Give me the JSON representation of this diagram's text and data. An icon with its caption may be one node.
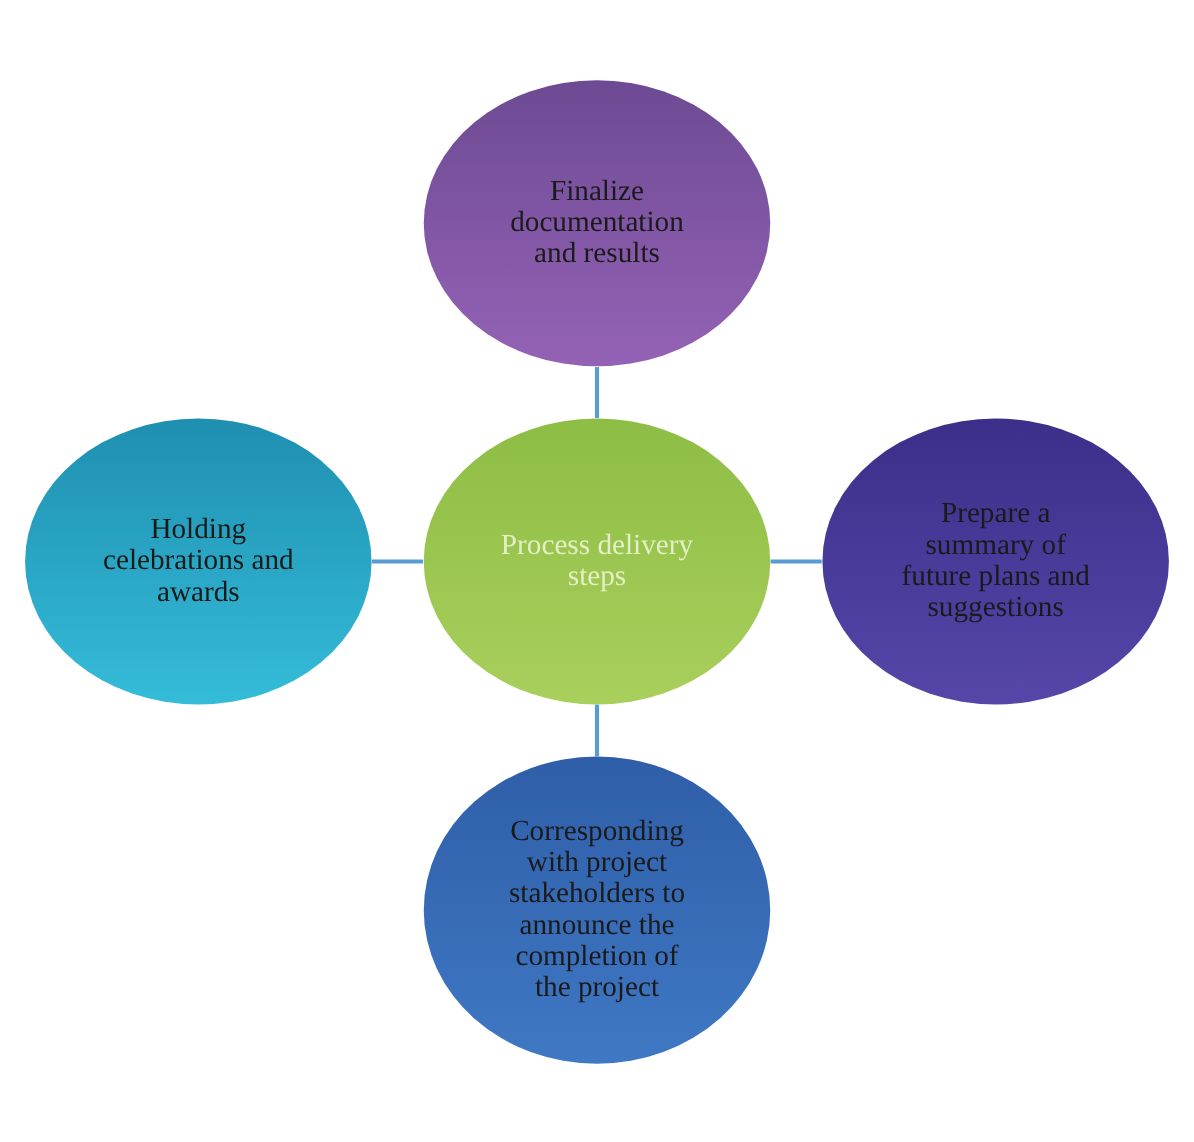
{
  "diagram": {
    "nodes": [
      {
        "text": [
          "Process delivery steps"
        ]
      },
      {
        "text": [
          "Finalize documentation and results"
        ]
      },
      {
        "text": [
          "Holding celebrations and awards"
        ]
      },
      {
        "text": [
          "Prepare a summary of future plans and suggestions"
        ]
      },
      {
        "text": [
          "Corresponding with project stakeholders to announce the completion of the project"
        ]
      }
    ],
    "edges": [
      {
        "from": 1,
        "to": 0,
        "arrow": "none"
      },
      {
        "from": 2,
        "to": 0,
        "arrow": "none"
      },
      {
        "from": 0,
        "to": 3,
        "arrow": "none"
      },
      {
        "from": 0,
        "to": 4,
        "arrow": "none"
      }
    ]
  }
}
